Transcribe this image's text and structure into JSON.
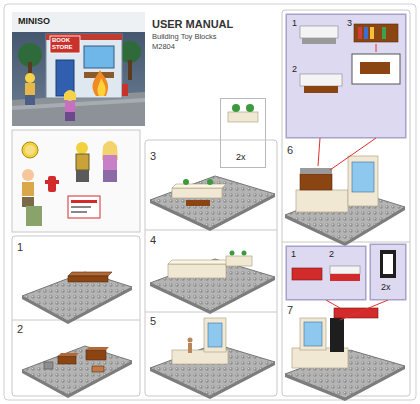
{
  "diagram": {
    "title": "USER MANUAL",
    "nodes": [
      {
        "text": [
          "2x"
        ]
      },
      {
        "text": [
          "1",
          "2",
          "3"
        ]
      },
      {
        "text": [
          "1",
          "2"
        ]
      },
      {
        "text": [
          "2x"
        ]
      }
    ],
    "labels": [
      "MINISO",
      "BOOK STORE",
      "Building Toy Blocks",
      "M2804",
      "1",
      "2",
      "3",
      "4",
      "5",
      "6",
      "7"
    ]
  }
}
